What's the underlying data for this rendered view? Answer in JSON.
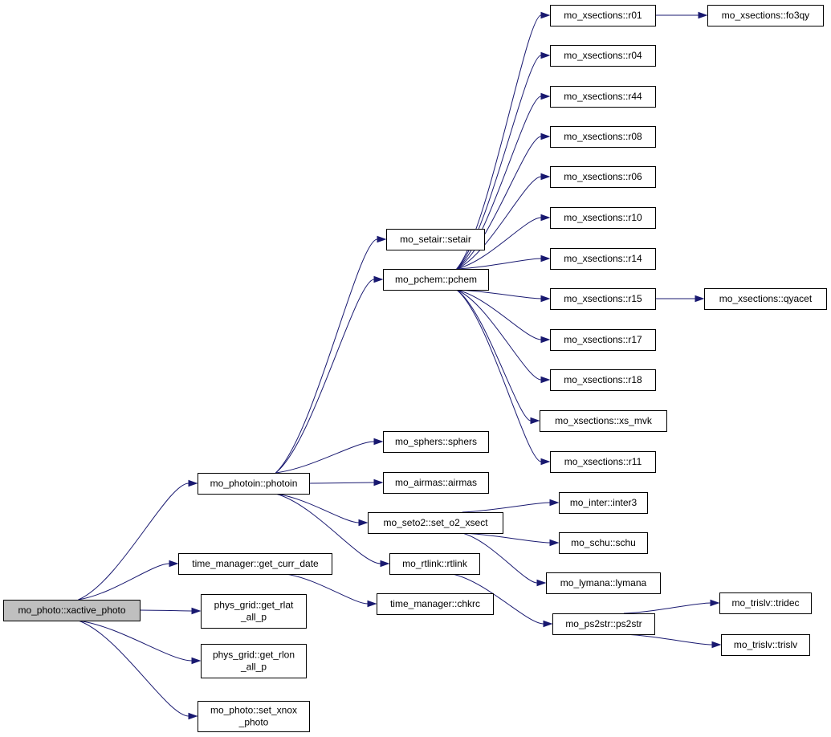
{
  "graph": {
    "nodes": [
      {
        "id": "xactive_photo",
        "lines": [
          "mo_photo::xactive_photo"
        ],
        "highlight": true
      },
      {
        "id": "photoin",
        "lines": [
          "mo_photoin::photoin"
        ]
      },
      {
        "id": "get_curr_date",
        "lines": [
          "time_manager::get_curr_date"
        ]
      },
      {
        "id": "get_rlat",
        "lines": [
          "phys_grid::get_rlat",
          "_all_p"
        ]
      },
      {
        "id": "get_rlon",
        "lines": [
          "phys_grid::get_rlon",
          "_all_p"
        ]
      },
      {
        "id": "set_xnox",
        "lines": [
          "mo_photo::set_xnox",
          "_photo"
        ]
      },
      {
        "id": "setair",
        "lines": [
          "mo_setair::setair"
        ]
      },
      {
        "id": "pchem",
        "lines": [
          "mo_pchem::pchem"
        ]
      },
      {
        "id": "sphers",
        "lines": [
          "mo_sphers::sphers"
        ]
      },
      {
        "id": "airmas",
        "lines": [
          "mo_airmas::airmas"
        ]
      },
      {
        "id": "set_o2_xsect",
        "lines": [
          "mo_seto2::set_o2_xsect"
        ]
      },
      {
        "id": "rtlink",
        "lines": [
          "mo_rtlink::rtlink"
        ]
      },
      {
        "id": "chkrc",
        "lines": [
          "time_manager::chkrc"
        ]
      },
      {
        "id": "r01",
        "lines": [
          "mo_xsections::r01"
        ]
      },
      {
        "id": "r04",
        "lines": [
          "mo_xsections::r04"
        ]
      },
      {
        "id": "r44",
        "lines": [
          "mo_xsections::r44"
        ]
      },
      {
        "id": "r08",
        "lines": [
          "mo_xsections::r08"
        ]
      },
      {
        "id": "r06",
        "lines": [
          "mo_xsections::r06"
        ]
      },
      {
        "id": "r10",
        "lines": [
          "mo_xsections::r10"
        ]
      },
      {
        "id": "r14",
        "lines": [
          "mo_xsections::r14"
        ]
      },
      {
        "id": "r15",
        "lines": [
          "mo_xsections::r15"
        ]
      },
      {
        "id": "r17",
        "lines": [
          "mo_xsections::r17"
        ]
      },
      {
        "id": "r18",
        "lines": [
          "mo_xsections::r18"
        ]
      },
      {
        "id": "xs_mvk",
        "lines": [
          "mo_xsections::xs_mvk"
        ]
      },
      {
        "id": "r11",
        "lines": [
          "mo_xsections::r11"
        ]
      },
      {
        "id": "inter3",
        "lines": [
          "mo_inter::inter3"
        ]
      },
      {
        "id": "schu",
        "lines": [
          "mo_schu::schu"
        ]
      },
      {
        "id": "lymana",
        "lines": [
          "mo_lymana::lymana"
        ]
      },
      {
        "id": "ps2str",
        "lines": [
          "mo_ps2str::ps2str"
        ]
      },
      {
        "id": "fo3qy",
        "lines": [
          "mo_xsections::fo3qy"
        ]
      },
      {
        "id": "qyacet",
        "lines": [
          "mo_xsections::qyacet"
        ]
      },
      {
        "id": "tridec",
        "lines": [
          "mo_trislv::tridec"
        ]
      },
      {
        "id": "trislv",
        "lines": [
          "mo_trislv::trislv"
        ]
      }
    ],
    "edges": [
      [
        "xactive_photo",
        "photoin"
      ],
      [
        "xactive_photo",
        "get_curr_date"
      ],
      [
        "xactive_photo",
        "get_rlat"
      ],
      [
        "xactive_photo",
        "get_rlon"
      ],
      [
        "xactive_photo",
        "set_xnox"
      ],
      [
        "photoin",
        "setair"
      ],
      [
        "photoin",
        "pchem"
      ],
      [
        "photoin",
        "sphers"
      ],
      [
        "photoin",
        "airmas"
      ],
      [
        "photoin",
        "set_o2_xsect"
      ],
      [
        "photoin",
        "rtlink"
      ],
      [
        "get_curr_date",
        "chkrc"
      ],
      [
        "pchem",
        "r01"
      ],
      [
        "pchem",
        "r04"
      ],
      [
        "pchem",
        "r44"
      ],
      [
        "pchem",
        "r08"
      ],
      [
        "pchem",
        "r06"
      ],
      [
        "pchem",
        "r10"
      ],
      [
        "pchem",
        "r14"
      ],
      [
        "pchem",
        "r15"
      ],
      [
        "pchem",
        "r17"
      ],
      [
        "pchem",
        "r18"
      ],
      [
        "pchem",
        "xs_mvk"
      ],
      [
        "pchem",
        "r11"
      ],
      [
        "set_o2_xsect",
        "inter3"
      ],
      [
        "set_o2_xsect",
        "schu"
      ],
      [
        "set_o2_xsect",
        "lymana"
      ],
      [
        "rtlink",
        "ps2str"
      ],
      [
        "r01",
        "fo3qy"
      ],
      [
        "r15",
        "qyacet"
      ],
      [
        "ps2str",
        "tridec"
      ],
      [
        "ps2str",
        "trislv"
      ]
    ],
    "colors": {
      "edge": "#191970",
      "node_border": "#000000",
      "root_fill": "#bfbfbf",
      "node_fill": "#ffffff"
    }
  }
}
